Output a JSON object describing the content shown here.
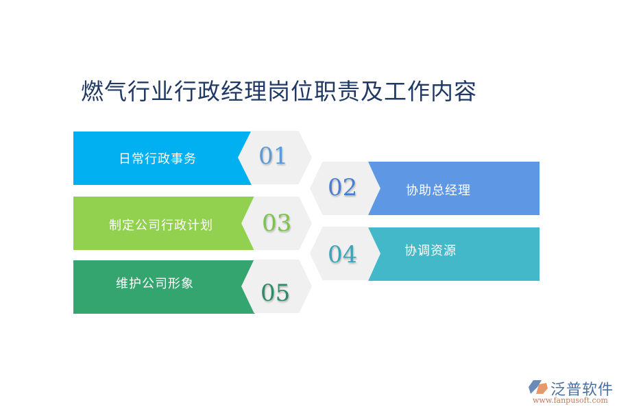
{
  "title": "燃气行业行政经理岗位职责及工作内容",
  "items": [
    {
      "num": "01",
      "label": "日常行政事务",
      "band_color": "#00b0f0",
      "num_color": "#5b9bd5"
    },
    {
      "num": "02",
      "label": "协助总经理",
      "band_color": "#5e97e3",
      "num_color": "#4a7fd0"
    },
    {
      "num": "03",
      "label": "制定公司行政计划",
      "band_color": "#92d050",
      "num_color": "#7cc44a"
    },
    {
      "num": "04",
      "label": "协调资源",
      "band_color": "#43b8c8",
      "num_color": "#3aa5b8"
    },
    {
      "num": "05",
      "label": "维护公司形象",
      "band_color": "#35a570",
      "num_color": "#2e8b65"
    }
  ],
  "logo": {
    "name": "泛普软件",
    "url": "www.fanpusoft.com"
  }
}
